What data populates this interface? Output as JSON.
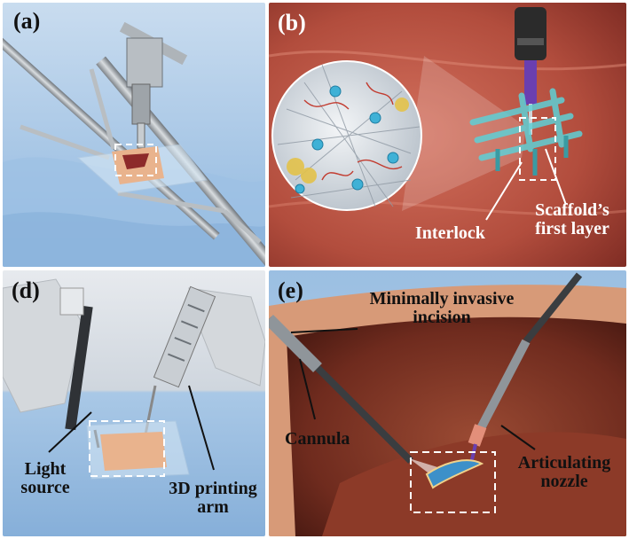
{
  "panels": {
    "a": {
      "label": "(a)"
    },
    "b": {
      "label": "(b)",
      "interlock": "Interlock",
      "scaffold_line1": "Scaffold’s",
      "scaffold_line2": "first layer"
    },
    "d": {
      "label": "(d)",
      "light_line1": "Light",
      "light_line2": "source",
      "print_line1": "3D printing",
      "print_line2": "arm"
    },
    "e": {
      "label": "(e)",
      "incision_line1": "Minimally invasive",
      "incision_line2": "incision",
      "cannula": "Cannula",
      "nozzle_line1": "Articulating",
      "nozzle_line2": "nozzle"
    }
  },
  "colors": {
    "drape_blue": "#9fc4e8",
    "tissue_red": "#b0473a",
    "scaffold_cyan": "#5fd0d6",
    "nozzle_purple": "#6a3fb0",
    "label_white": "#ffffff",
    "label_black": "#111111",
    "dashed_box": "#ffffff"
  }
}
